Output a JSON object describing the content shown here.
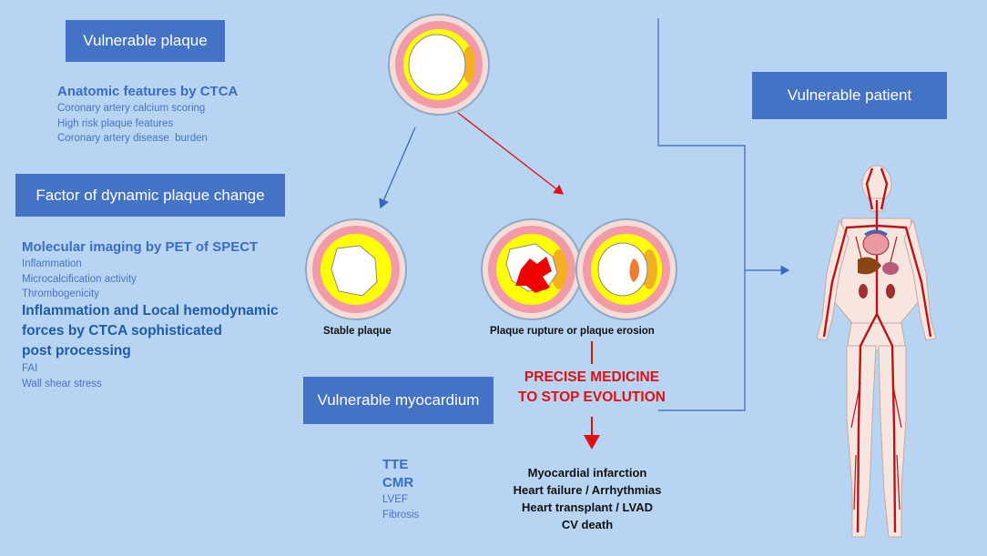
{
  "boxes": {
    "vulnerable_plaque": "Vulnerable plaque",
    "dynamic_change": "Factor of dynamic plaque change",
    "vulnerable_patient": "Vulnerable patient",
    "vulnerable_myocardium": "Vulnerable myocardium"
  },
  "anatomic": {
    "heading": "Anatomic features by CTCA",
    "items": [
      "Coronary artery calcium scoring",
      "High risk plaque features",
      "Coronary artery disease  burden"
    ]
  },
  "molecular": {
    "heading": "Molecular imaging by PET of SPECT",
    "items": [
      "Inflammation",
      "Microcalcification activity",
      "Thrombogenicity"
    ]
  },
  "hemodynamic": {
    "lines": [
      "Inflammation and Local hemodynamic",
      "forces by CTCA sophisticated",
      "post processing"
    ],
    "items": [
      "FAI",
      "Wall shear stress"
    ]
  },
  "captions": {
    "stable": "Stable plaque",
    "rupture": "Plaque rupture or plaque erosion"
  },
  "precise": [
    "PRECISE MEDICINE",
    "TO STOP EVOLUTION"
  ],
  "myocardium_tests": {
    "bold": [
      "TTE",
      "CMR"
    ],
    "items": [
      "LVEF",
      "Fibrosis"
    ]
  },
  "outcomes": [
    "Myocardial infarction",
    "Heart failure / Arrhythmias",
    "Heart transplant / LVAD",
    "CV death"
  ],
  "colors": {
    "background": "#b7d5f2",
    "box": "#4472c4",
    "arrow_blue": "#3a66c0",
    "arrow_red": "#e11010",
    "plaque_yellow": "#ffff00",
    "plaque_orange": "#f5b020",
    "vessel_pink": "#f29aa8",
    "rupture_red": "#ee0000"
  }
}
